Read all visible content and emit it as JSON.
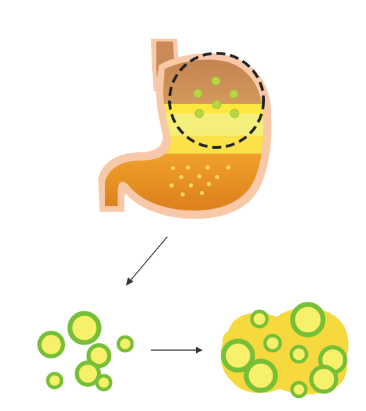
{
  "diagram": {
    "description_text": "",
    "colors": {
      "stomach_outline": "#f7c9a8",
      "stomach_wall": "#c98a58",
      "upper_content": "#c47e4a",
      "yellow_band": "#f4ee7a",
      "yellow_band_bright": "#ffe640",
      "lower_content": "#e8901e",
      "lower_granule": "#ffd766",
      "green_granule": "#b6d743",
      "bubble_ring": "#76bf36",
      "bubble_fill": "#f6f06a",
      "blob": "#f5d93e",
      "arrow": "#333333",
      "highlight": "#222222"
    },
    "nodes": [
      {
        "id": "stomach",
        "label": ""
      },
      {
        "id": "zoom-circle",
        "label": ""
      },
      {
        "id": "separate-bubbles",
        "label": ""
      },
      {
        "id": "merged-foam",
        "label": ""
      }
    ],
    "edges": [
      {
        "from": "stomach",
        "to": "separate-bubbles",
        "label": ""
      },
      {
        "from": "separate-bubbles",
        "to": "merged-foam",
        "label": ""
      }
    ]
  }
}
